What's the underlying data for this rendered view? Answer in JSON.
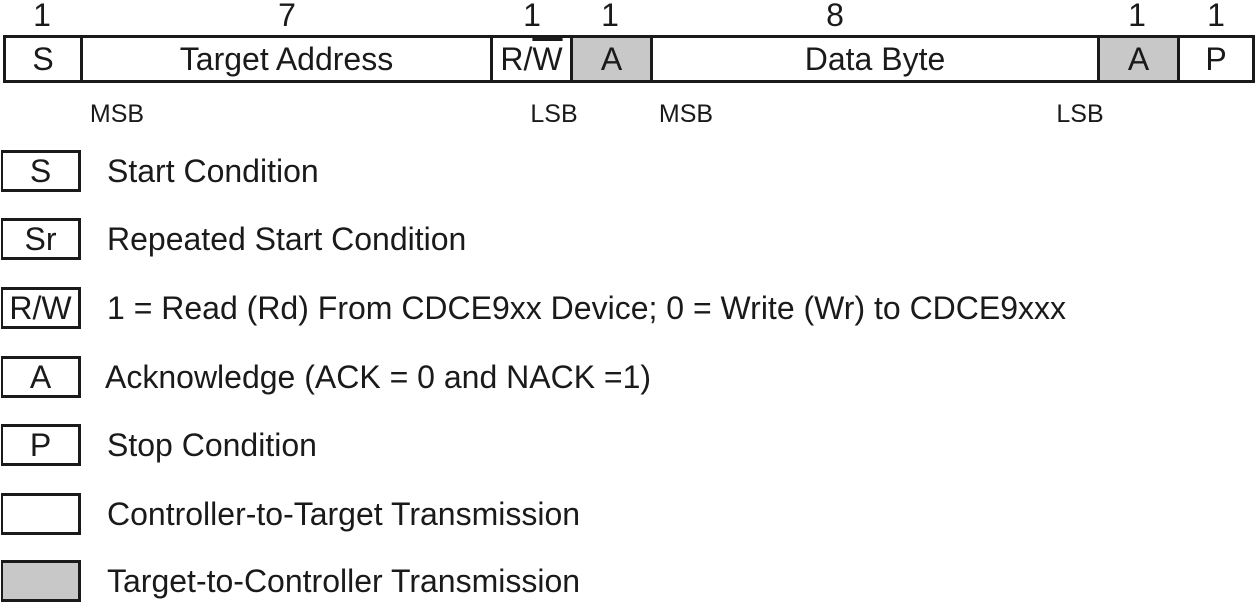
{
  "frame": {
    "bit_counts": [
      "1",
      "7",
      "1",
      "1",
      "8",
      "1",
      "1"
    ],
    "fields": [
      "S",
      "Target Address",
      "R/",
      "W",
      "A",
      "Data Byte",
      "A",
      "P"
    ],
    "order_labels": [
      "MSB",
      "LSB",
      "MSB",
      "LSB"
    ]
  },
  "legend": [
    {
      "symbol": "S",
      "description": "Start Condition"
    },
    {
      "symbol": "Sr",
      "description": "Repeated Start Condition"
    },
    {
      "symbol_main": "R/",
      "symbol_overline": "W",
      "description": "1 = Read (Rd) From CDCE9xx Device; 0 = Write (Wr) to CDCE9xxx"
    },
    {
      "symbol": "A",
      "description": "Acknowledge (ACK = 0 and NACK =1)"
    },
    {
      "symbol": "P",
      "description": "Stop Condition"
    },
    {
      "symbol": "",
      "description": "Controller-to-Target Transmission"
    },
    {
      "symbol": "",
      "description": "Target-to-Controller Transmission"
    }
  ],
  "colors": {
    "line": "#1a1a1a",
    "target_to_controller_fill": "#c8c8c8",
    "controller_to_target_fill": "#ffffff"
  }
}
